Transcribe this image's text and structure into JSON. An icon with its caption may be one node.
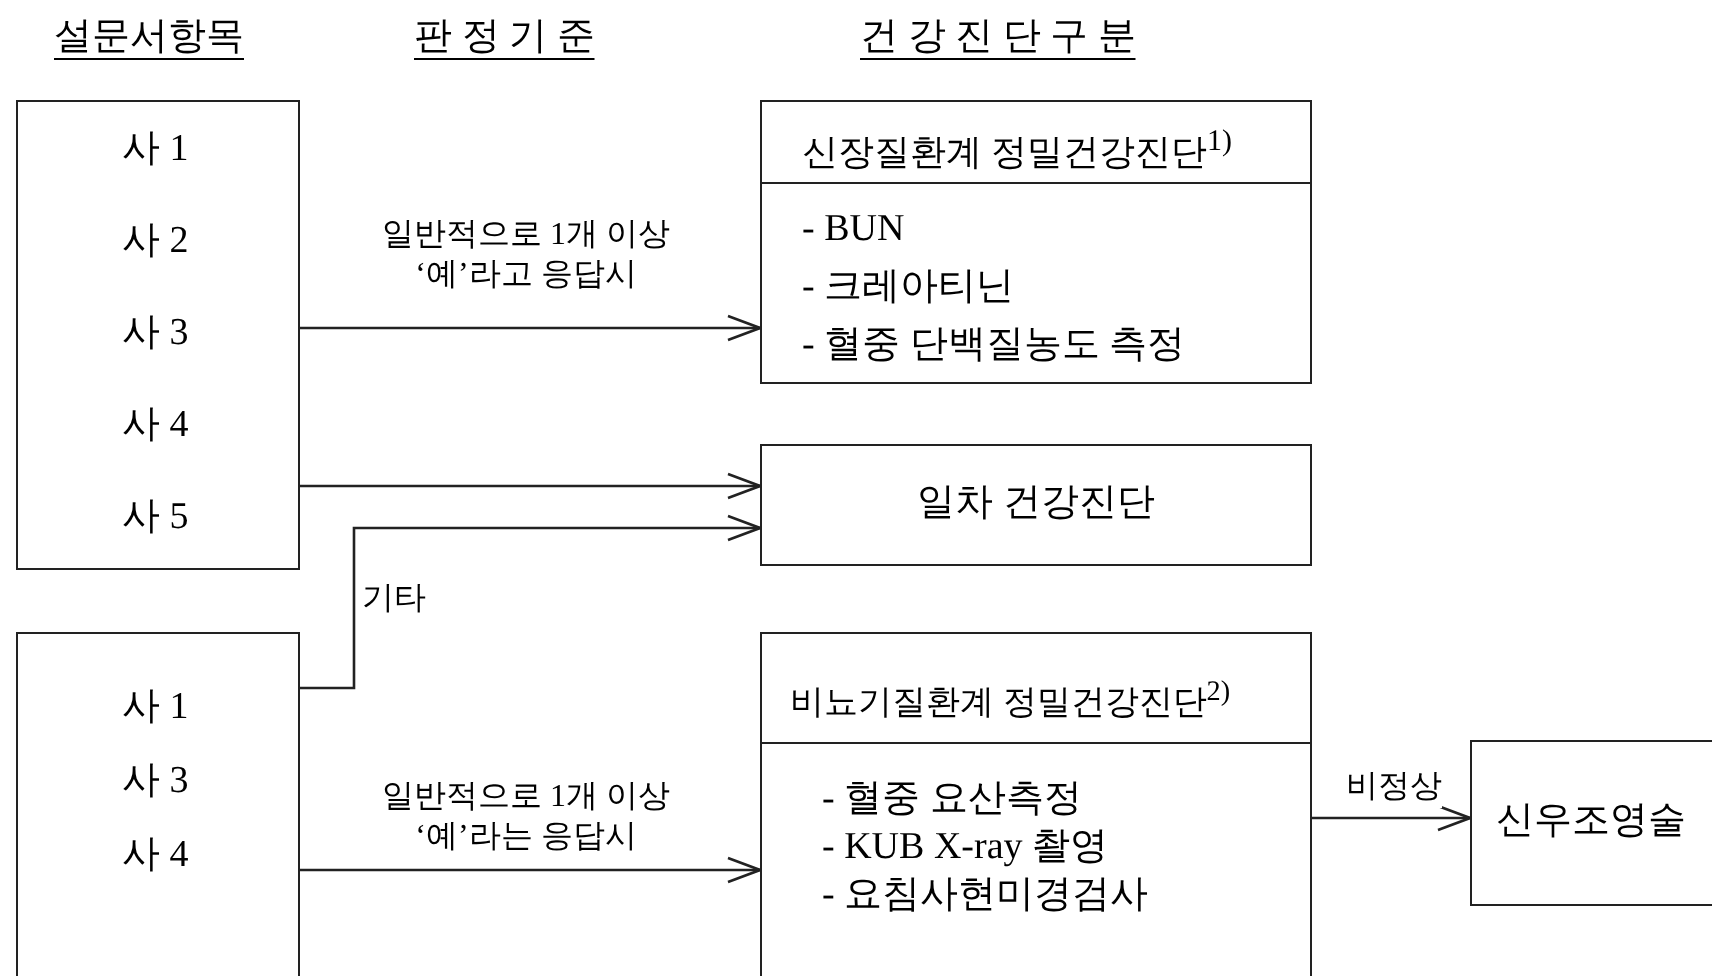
{
  "diagram": {
    "nodes": [
      {
        "text": [
          "사 1",
          "사 2",
          "사 3",
          "사 4",
          "사 5"
        ]
      },
      {
        "text": [
          "신장질환계 정밀건강진단$^{1)}$",
          "- BUN",
          "- 크레아티닌",
          "- 혈중 단백질농도 측정"
        ]
      },
      {
        "text": [
          "일차 건강진단"
        ]
      },
      {
        "text": [
          "사 1",
          "사 3",
          "사 4"
        ]
      },
      {
        "text": [
          "비뇨기질환계 정밀건강진단$^{2)}$",
          "- 혈중 요산측정",
          "- KUB X-ray 촬영",
          "- 요침사현미경검사"
        ]
      },
      {
        "text": [
          "신우조영술"
        ]
      }
    ],
    "edges": [
      {
        "from": 0,
        "to": 1,
        "arrow": "to",
        "label": "일반적으로 1개 이상 ‘예’라고 응답시"
      },
      {
        "from": 0,
        "to": 2,
        "arrow": "to"
      },
      {
        "from": 3,
        "to": 2,
        "arrow": "to",
        "label": "기타"
      },
      {
        "from": 3,
        "to": 4,
        "arrow": "to",
        "label": "일반적으로 1개 이상 ‘예’라는 응답시"
      },
      {
        "from": 4,
        "to": 5,
        "arrow": "to",
        "label": "비정상"
      }
    ],
    "labels": [
      "설문서항목",
      "판 정 기 준",
      "건 강 진 단 구 분"
    ]
  }
}
